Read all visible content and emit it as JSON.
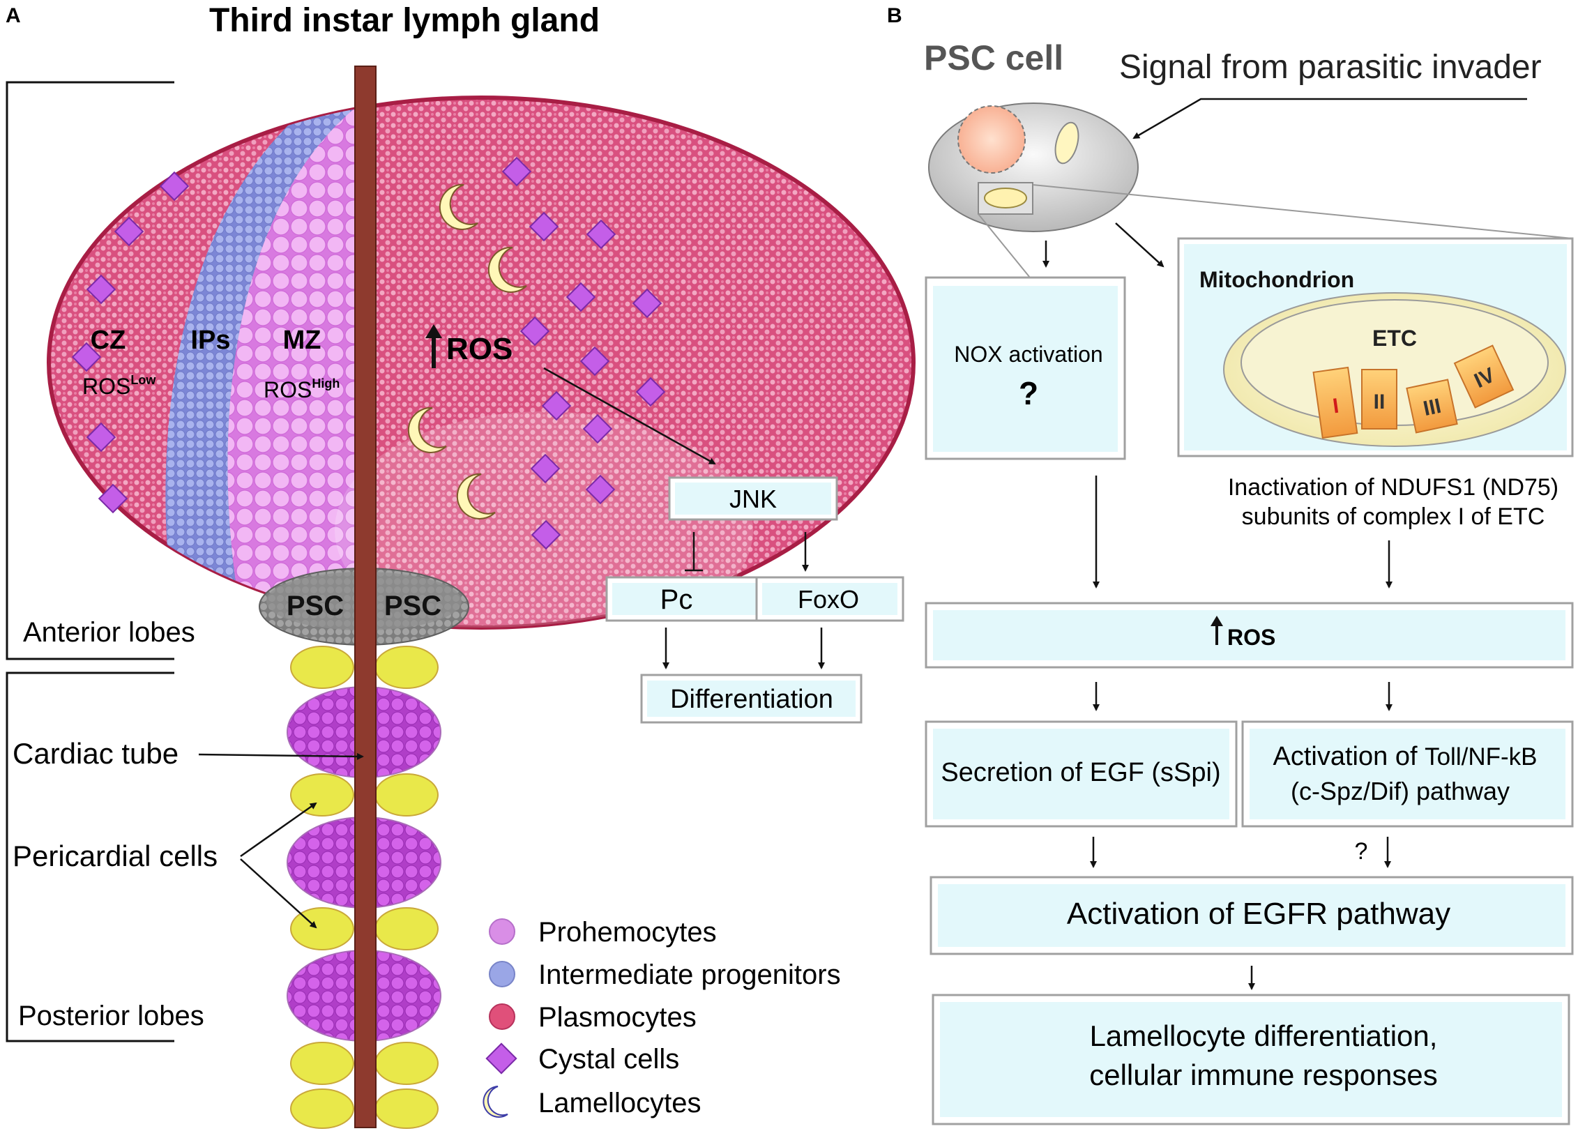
{
  "panel_a": {
    "letter": "A",
    "title": "Third instar lymph gland",
    "zones": {
      "cz": "CZ",
      "ips": "IPs",
      "mz": "MZ",
      "ros_cz_base": "ROS",
      "ros_cz_sup": "Low",
      "ros_mz_base": "ROS",
      "ros_mz_sup": "High",
      "ros_up": "ROS"
    },
    "psc_left": "PSC",
    "psc_right": "PSC",
    "labels": {
      "anterior": "Anterior lobes",
      "posterior": "Posterior lobes",
      "cardiac": "Cardiac tube",
      "pericardial": "Pericardial cells"
    },
    "pathway": {
      "jnk": "JNK",
      "pc": "Pc",
      "foxo": "FoxO",
      "differentiation": "Differentiation"
    },
    "legend": [
      {
        "label": "Prohemocytes",
        "icon": "circle",
        "color": "#d98ee6"
      },
      {
        "label": "Intermediate progenitors",
        "icon": "circle",
        "color": "#9aa6e6"
      },
      {
        "label": "Plasmocytes",
        "icon": "circle",
        "color": "#e0507a"
      },
      {
        "label": "Cystal cells",
        "icon": "diamond",
        "color": "#c45ee8"
      },
      {
        "label": "Lamellocytes",
        "icon": "crescent",
        "color": "#fff7b8"
      }
    ]
  },
  "panel_b": {
    "letter": "B",
    "psc_cell": "PSC cell",
    "signal": "Signal from parasitic invader",
    "mitochondrion": "Mitochondrion",
    "etc": "ETC",
    "complexes": [
      "I",
      "II",
      "III",
      "IV"
    ],
    "nox_activation": "NOX activation",
    "nox_question": "?",
    "inactivation_line1": "Inactivation of NDUFS1 (ND75)",
    "inactivation_line2": "subunits of complex I of ETC",
    "ros": "ROS",
    "egf": "Secretion of EGF (sSpi)",
    "toll_line1a": "Activation of ",
    "toll_line1b": "Toll/NF-kB",
    "toll_line2": "(c-Spz/Dif)  pathway",
    "toll_question": "?",
    "egfr": "Activation of EGFR pathway",
    "lamellocyte_line1": "Lamellocyte differentiation,",
    "lamellocyte_line2": "cellular immune responses"
  },
  "colors": {
    "lobe_pink": "#d4487a",
    "lobe_border": "#a81e45",
    "ips_blue": "#8f9ae0",
    "mz_purple": "#e79ae8",
    "cardiac_brown": "#8e3a2e",
    "psc_gray": "#8a8a8a",
    "pericardial_yellow": "#e9e84a",
    "posterior_purple": "#c94fdd",
    "box_fill": "#e3f8fb"
  }
}
